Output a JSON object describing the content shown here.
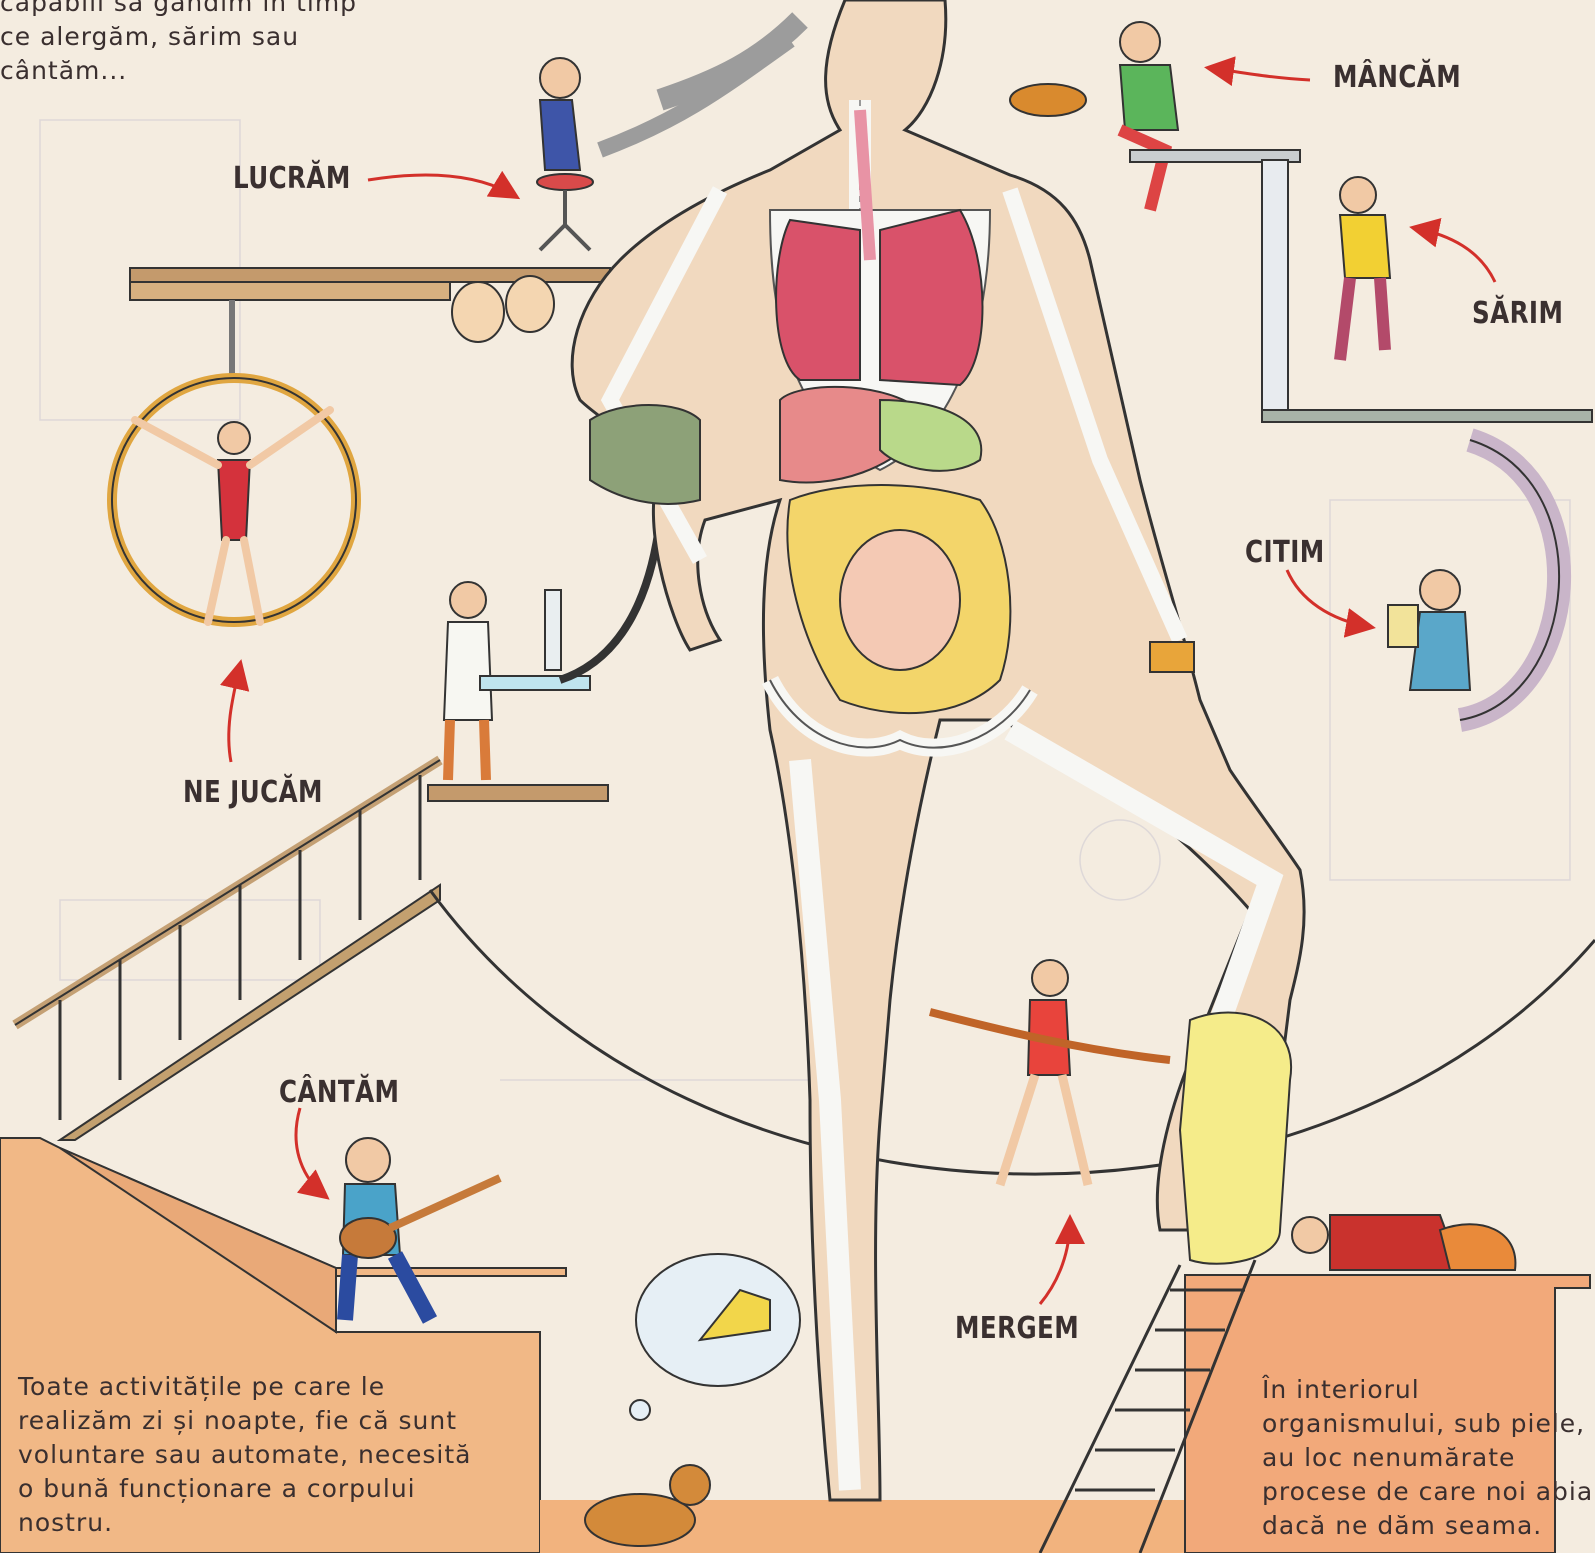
{
  "intro": {
    "lines": "capabili să gândim în timp\nce alergăm, sărim sau\ncântăm..."
  },
  "activities": {
    "lucram": "LUCRĂM",
    "mancam": "MÂNCĂM",
    "sarim": "SĂRIM",
    "citim": "CITIM",
    "ne_jucam": "NE JUCĂM",
    "cantam": "CÂNTĂM",
    "mergem": "MERGEM"
  },
  "captions": {
    "left": "Toate activitățile pe care le\nrealizăm zi și noapte, fie că sunt\nvoluntare sau automate, necesită\no bună funcționare a corpului\nnostru.",
    "right": "În interiorul\norganismului, sub piele,\nau loc nenumărate\nprocese de care noi abia\ndacă ne dăm seama."
  },
  "colors": {
    "background": "#f4ece0",
    "floor": "#f1b886",
    "arrow": "#d3302a",
    "skin": "#f1d9bf",
    "bone": "#f7f7f4",
    "lungs": "#d9526a",
    "intestines": "#f3d56a"
  }
}
